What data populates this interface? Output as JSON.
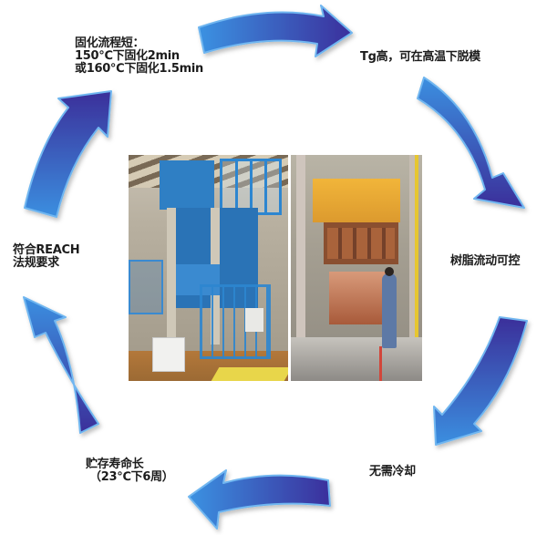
{
  "diagram": {
    "type": "cycle",
    "direction": "clockwise",
    "arrow_color_light": "#3b8fe0",
    "arrow_color_dark": "#3a2f9a",
    "nodes": [
      {
        "id": "cure",
        "lines": [
          "固化流程短：",
          "150℃下固化2min",
          "或160℃下固化1.5min"
        ]
      },
      {
        "id": "tg",
        "lines": [
          "Tg高，可在高温下脱模"
        ]
      },
      {
        "id": "resin",
        "lines": [
          "树脂流动可控"
        ]
      },
      {
        "id": "cool",
        "lines": [
          "无需冷却"
        ]
      },
      {
        "id": "shelf",
        "lines": [
          "贮存寿命长",
          "（23℃下6周）"
        ]
      },
      {
        "id": "reach",
        "lines": [
          "符合REACH",
          "法规要求"
        ]
      }
    ],
    "edges": [
      {
        "from": "cure",
        "to": "tg"
      },
      {
        "from": "tg",
        "to": "resin"
      },
      {
        "from": "resin",
        "to": "cool"
      },
      {
        "from": "cool",
        "to": "shelf"
      },
      {
        "from": "shelf",
        "to": "reach"
      },
      {
        "from": "reach",
        "to": "cure"
      }
    ],
    "center_images": [
      {
        "id": "photo-left",
        "subject": "blue hydraulic press machine in factory"
      },
      {
        "id": "photo-right",
        "subject": "yellow press with molding tool and worker"
      }
    ]
  }
}
